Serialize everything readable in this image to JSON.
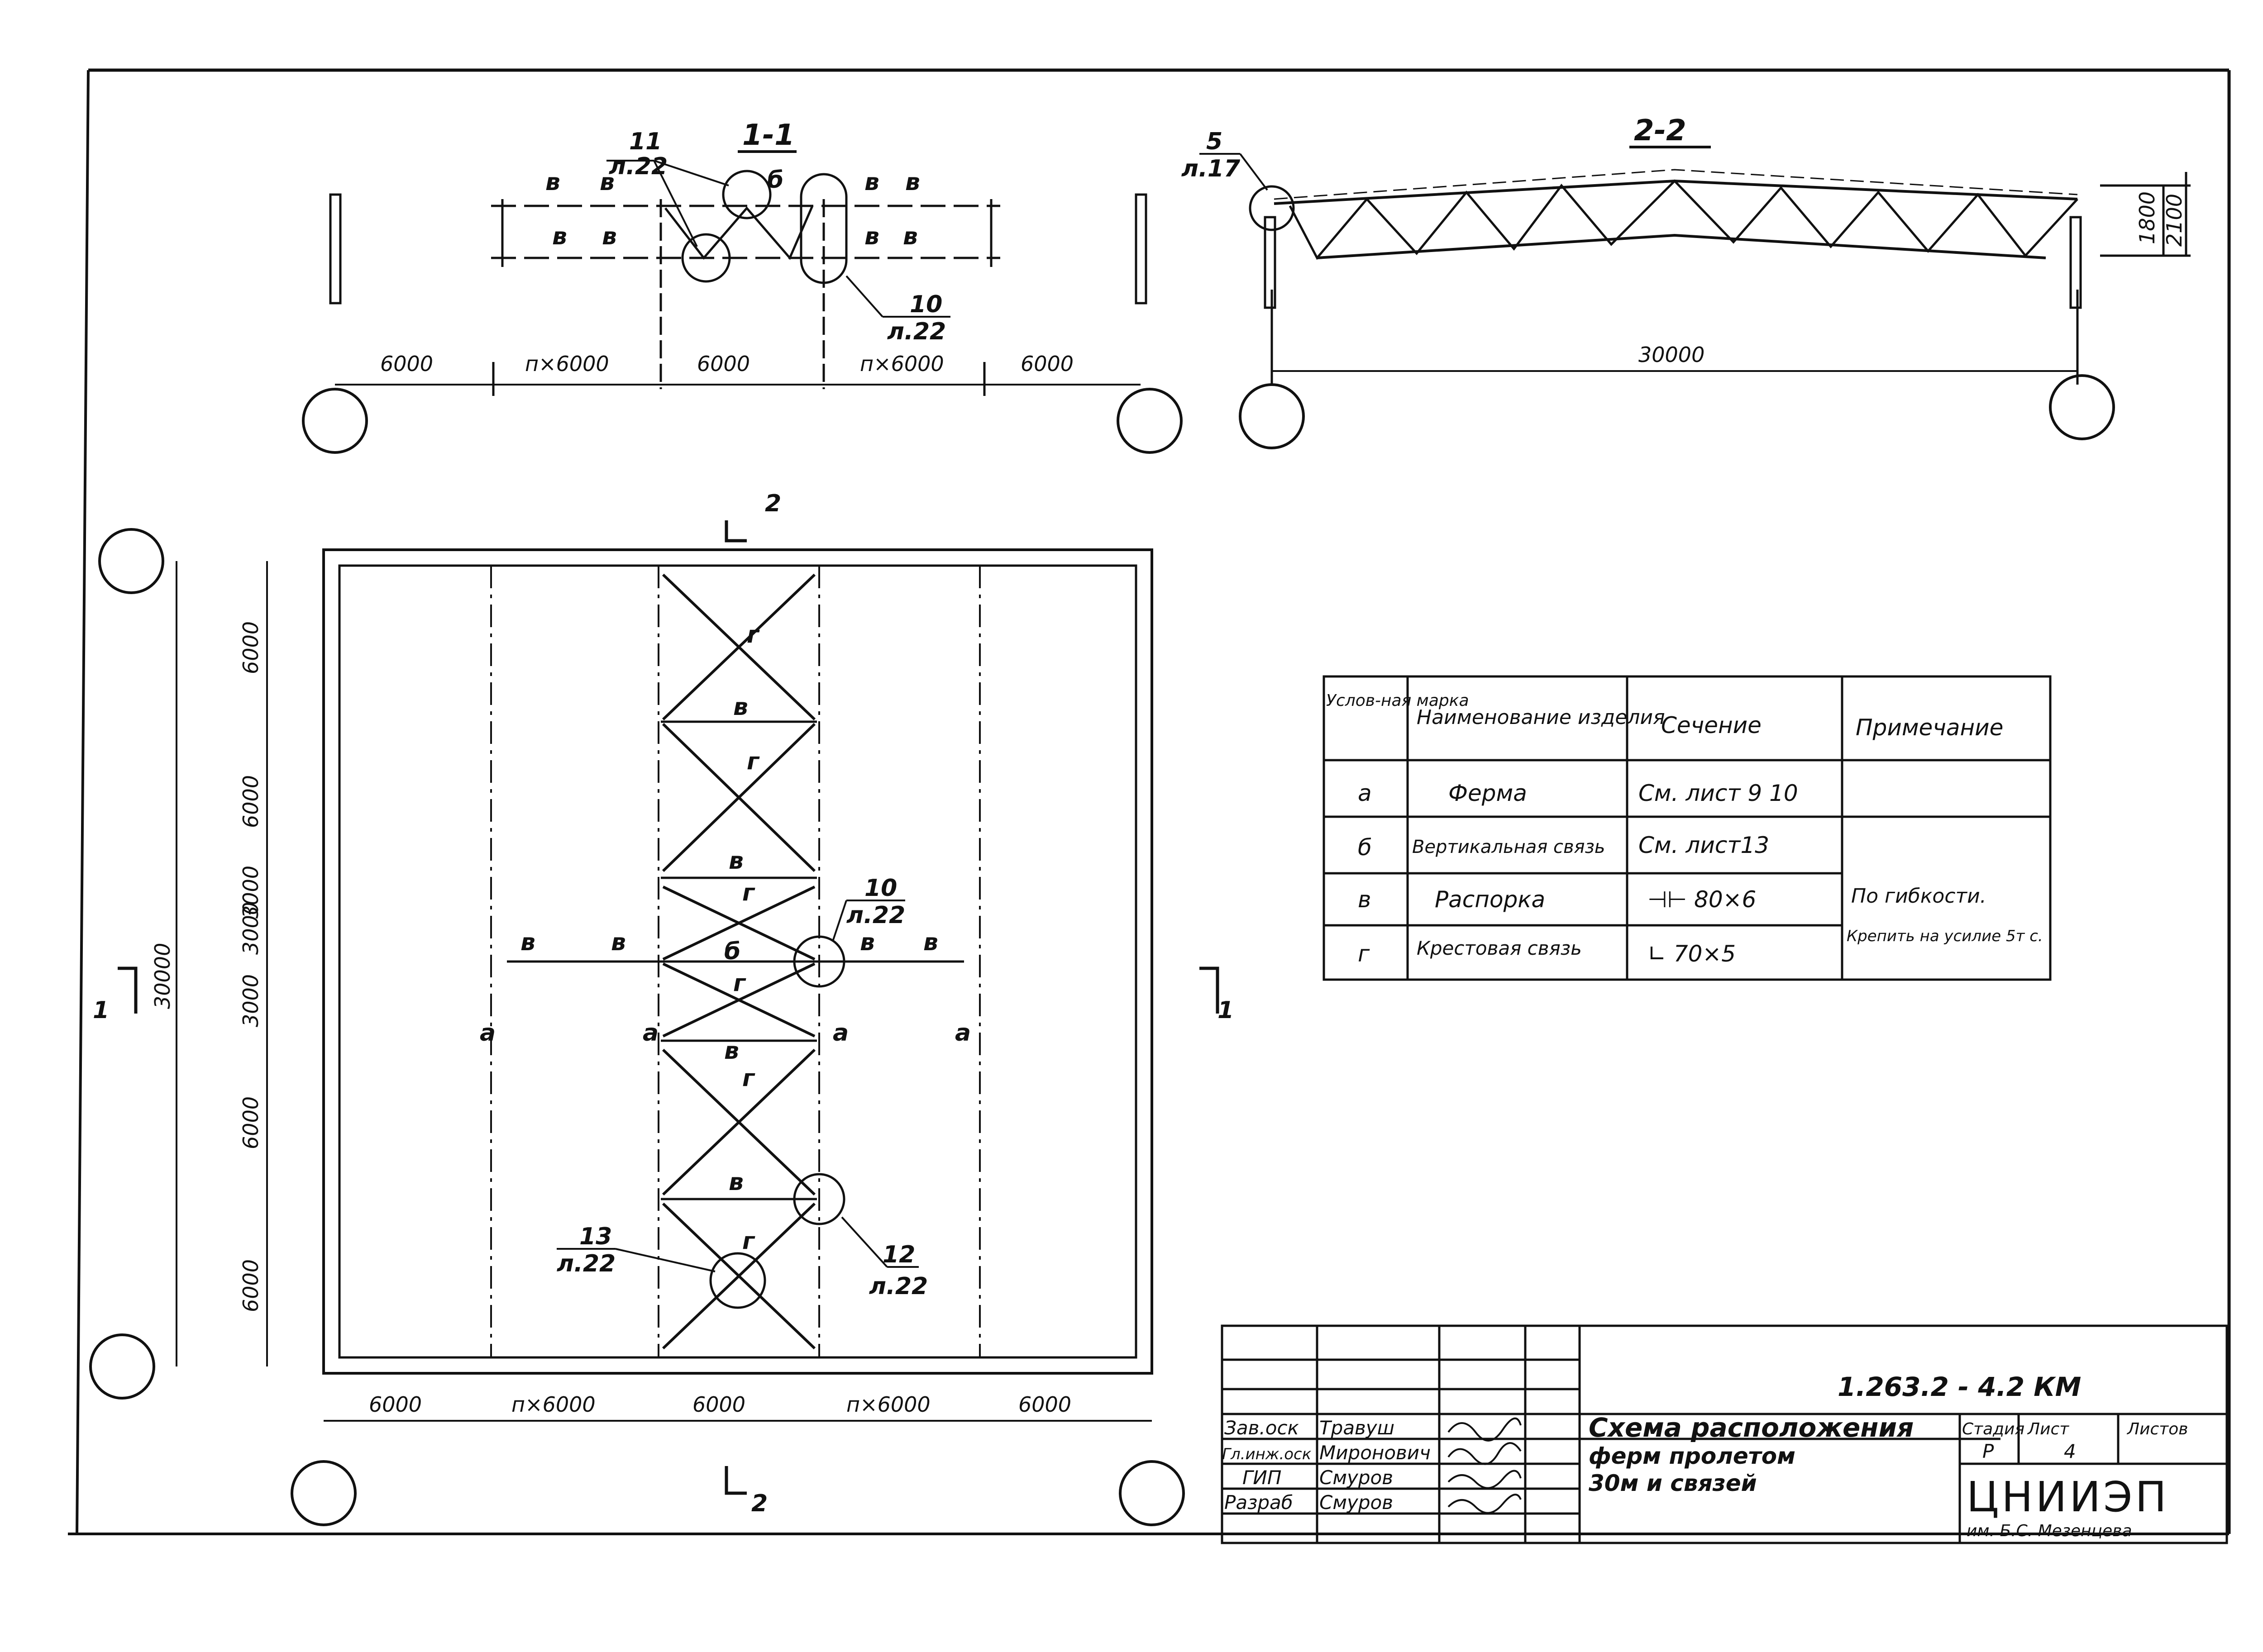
{
  "section_1_1": {
    "title": "1-1",
    "callout_top": {
      "num": "11",
      "ref": "л.22"
    },
    "callout_bottom": {
      "num": "10",
      "ref": "л.22"
    },
    "marks": [
      "в",
      "в",
      "в",
      "в",
      "в",
      "в",
      "в",
      "в"
    ],
    "mark_b": "б",
    "dims": [
      "6000",
      "п×6000",
      "6000",
      "п×6000",
      "6000"
    ]
  },
  "section_2_2": {
    "title": "2-2",
    "callout": {
      "num": "5",
      "ref": "л.17"
    },
    "dim_span": "30000",
    "dim_h1": "1800",
    "dim_h2": "2100"
  },
  "plan": {
    "section_mark_top": "2",
    "section_mark_bottom": "2",
    "section_mark_left": "1",
    "section_mark_right": "1",
    "dim_total": "30000",
    "dims_left": [
      "6000",
      "6000",
      "3000",
      "3000",
      "3000",
      "6000",
      "6000"
    ],
    "dims_bottom": [
      "6000",
      "п×6000",
      "6000",
      "п×6000",
      "6000"
    ],
    "truss_mark": "а",
    "brace_mark": "г",
    "strut_mark": "в",
    "vbrace_mark": "б",
    "callouts": [
      {
        "num": "10",
        "ref": "л.22"
      },
      {
        "num": "12",
        "ref": "л.22"
      },
      {
        "num": "13",
        "ref": "л.22"
      }
    ]
  },
  "spec_table": {
    "headers": [
      "Услов-ная марка",
      "Наименование изделия",
      "Сечение",
      "Примечание"
    ],
    "rows": [
      {
        "mark": "а",
        "name": "Ферма",
        "section": "См. лист 9 10",
        "note": ""
      },
      {
        "mark": "б",
        "name": "Вертикальная связь",
        "section": "См. лист13",
        "note": ""
      },
      {
        "mark": "в",
        "name": "Распорка",
        "section": "⊣⊢ 80×6",
        "note": "По гибкости."
      },
      {
        "mark": "г",
        "name": "Крестовая связь",
        "section": "∟ 70×5",
        "note": "Крепить на усилие 5т с."
      }
    ]
  },
  "title_block": {
    "code": "1.263.2 - 4.2 КМ",
    "title_lines": [
      "Схема расположения",
      "ферм пролетом",
      "30м и связей"
    ],
    "roles": [
      "Зав.оск",
      "Гл.инж.оск",
      "ГИП",
      "Разраб"
    ],
    "names": [
      "Травуш",
      "Миронович",
      "Смуров",
      "Смуров"
    ],
    "stage_header": "Стадия",
    "sheet_header": "Лист",
    "sheets_header": "Листов",
    "stage": "Р",
    "sheet": "4",
    "org": "ЦНИИЭП",
    "org_sub": "им. Б.С. Мезенцева"
  }
}
